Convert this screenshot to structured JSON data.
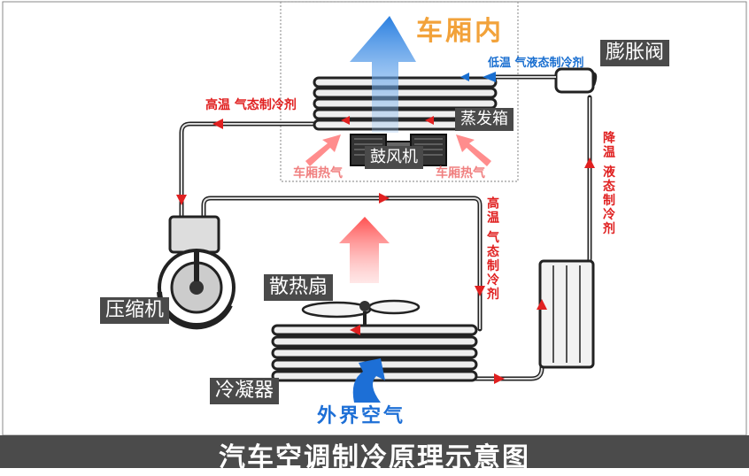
{
  "title": "汽车空调制冷原理示意图",
  "cabin_label": "车厢内",
  "outside_air_label": "外界空气",
  "components": {
    "expansion_valve": "膨胀阀",
    "evaporator": "蒸发箱",
    "blower": "鼓风机",
    "compressor": "压缩机",
    "fan": "散热扇",
    "condenser": "冷凝器"
  },
  "flow_labels": {
    "low_temp_mix": "低温 气液态制冷剂",
    "high_temp_gas_left": "高温 气态制冷剂",
    "high_temp_gas_right": "高温 气态制冷剂",
    "cool_liquid": "降温 液态制冷剂",
    "cabin_hot_air_left": "车厢热气",
    "cabin_hot_air_right": "车厢热气"
  },
  "colors": {
    "hot": "#e02020",
    "cold": "#1a6fd0",
    "title_bar": "#4b4b4b"
  }
}
